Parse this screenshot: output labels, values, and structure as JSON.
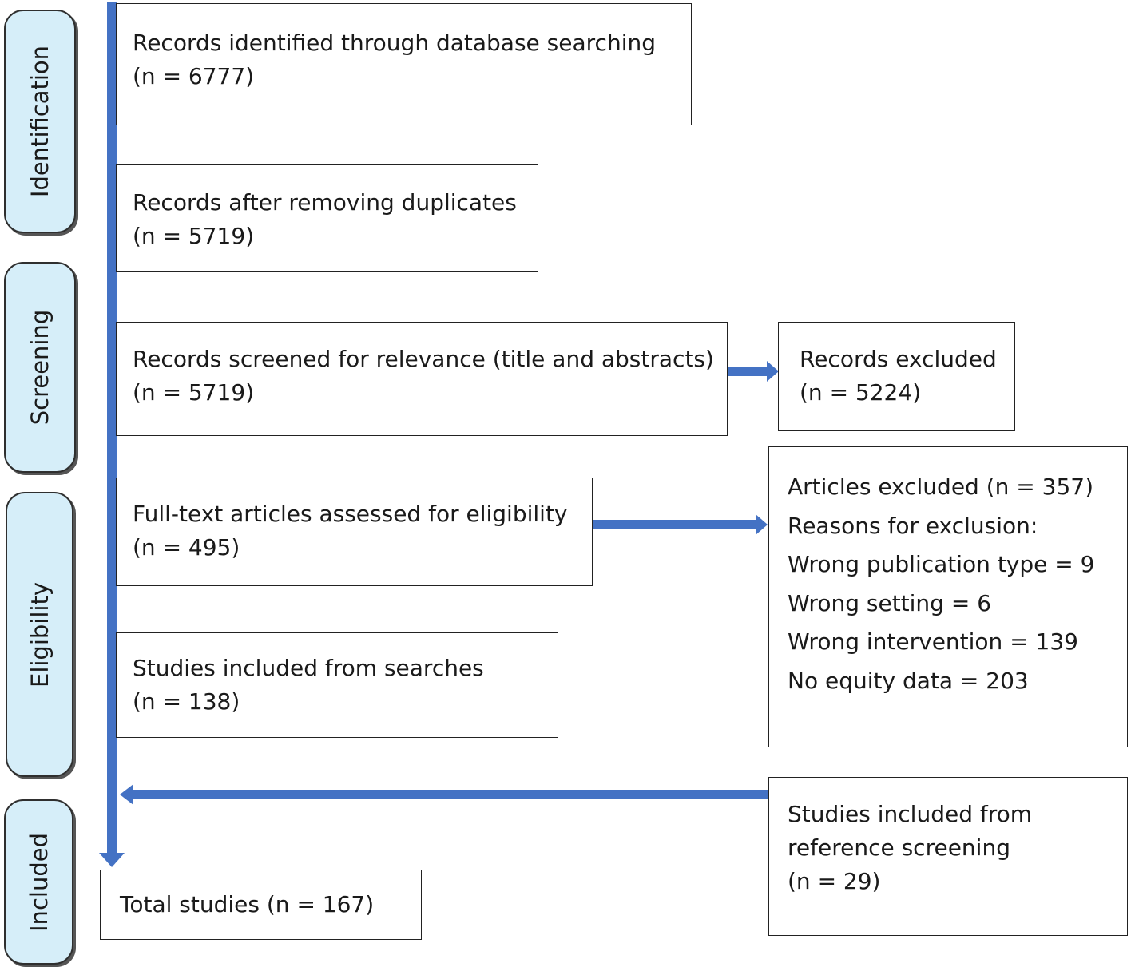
{
  "stages": {
    "identification": "Identification",
    "screening": "Screening",
    "eligibility": "Eligibility",
    "included": "Included"
  },
  "boxes": {
    "identified": {
      "line1": "Records identified through database searching",
      "line2": "(n = 6777)"
    },
    "deduplicated": {
      "line1": "Records after removing duplicates",
      "line2": "(n = 5719)"
    },
    "screened": {
      "line1": "Records screened for relevance (title and abstracts)",
      "line2": "(n = 5719)"
    },
    "records_excluded": {
      "line1": "Records excluded",
      "line2": "(n = 5224)"
    },
    "fulltext": {
      "line1": "Full-text articles assessed for eligibility",
      "line2": "(n = 495)"
    },
    "articles_excluded": {
      "lines": [
        "Articles excluded (n = 357)",
        "Reasons for exclusion:",
        "Wrong publication type = 9",
        "Wrong setting = 6",
        "Wrong intervention = 139",
        "No equity data = 203"
      ]
    },
    "from_searches": {
      "line1": "Studies included from searches",
      "line2": "(n = 138)"
    },
    "reference_screening": {
      "line1": "Studies included from",
      "line2": "reference screening",
      "line3": "(n = 29)"
    },
    "total": {
      "line1": "Total studies (n = 167)"
    }
  },
  "colors": {
    "arrow": "#4472c4",
    "stage_fill": "#d6eef9"
  }
}
